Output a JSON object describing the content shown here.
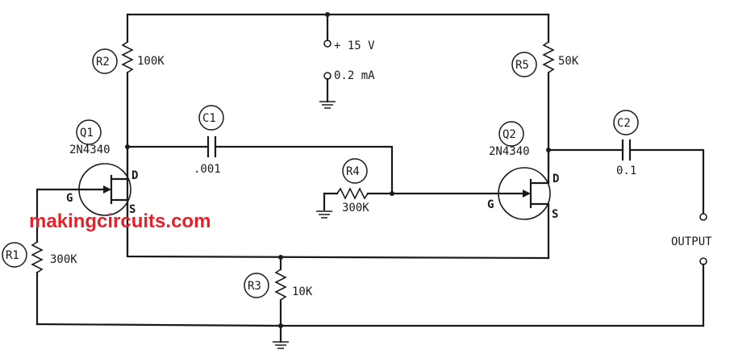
{
  "supply": {
    "voltage": "+ 15 V",
    "current": "0.2 mA"
  },
  "components": {
    "r1": {
      "ref": "R1",
      "value": "300K"
    },
    "r2": {
      "ref": "R2",
      "value": "100K"
    },
    "r3": {
      "ref": "R3",
      "value": "10K"
    },
    "r4": {
      "ref": "R4",
      "value": "300K"
    },
    "r5": {
      "ref": "R5",
      "value": "50K"
    },
    "c1": {
      "ref": "C1",
      "value": ".001"
    },
    "c2": {
      "ref": "C2",
      "value": "0.1"
    },
    "q1": {
      "ref": "Q1",
      "part": "2N4340",
      "d": "D",
      "g": "G",
      "s": "S"
    },
    "q2": {
      "ref": "Q2",
      "part": "2N4340",
      "d": "D",
      "g": "G",
      "s": "S"
    }
  },
  "output_label": "OUTPUT",
  "watermark": {
    "text": "makingcircuits.com",
    "color": "#e8202a"
  }
}
